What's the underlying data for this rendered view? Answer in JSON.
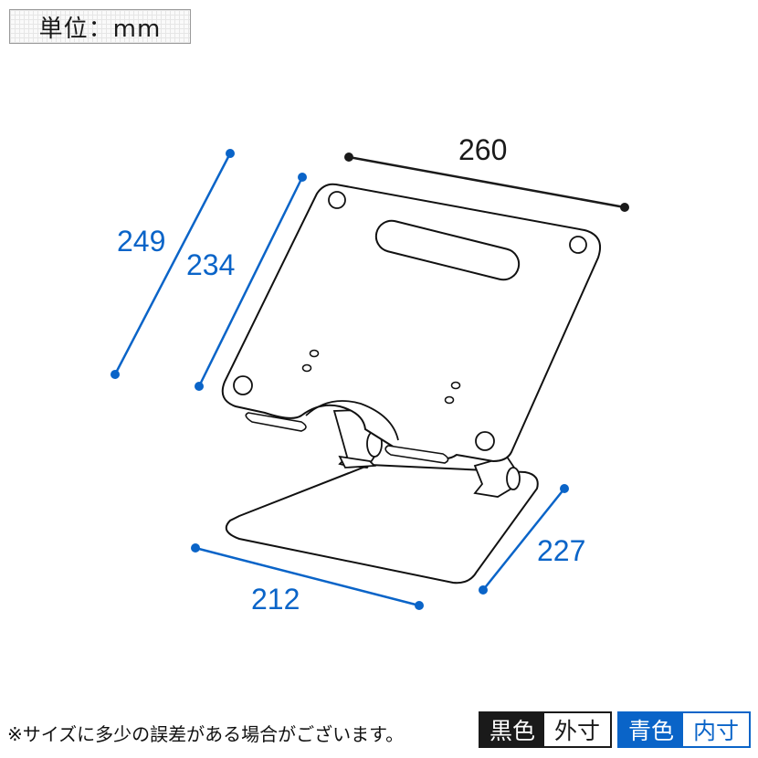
{
  "unit_label": "単位：mm",
  "dimensions": {
    "outer_height": "249",
    "inner_height": "234",
    "width": "260",
    "base_width": "212",
    "base_depth": "227"
  },
  "note": "※サイズに多少の誤差がある場合がございます。",
  "legend": {
    "black": {
      "key": "黒色",
      "value": "外寸",
      "color": "#1a1a1a"
    },
    "blue": {
      "key": "青色",
      "value": "内寸",
      "color": "#0a64c8"
    }
  }
}
